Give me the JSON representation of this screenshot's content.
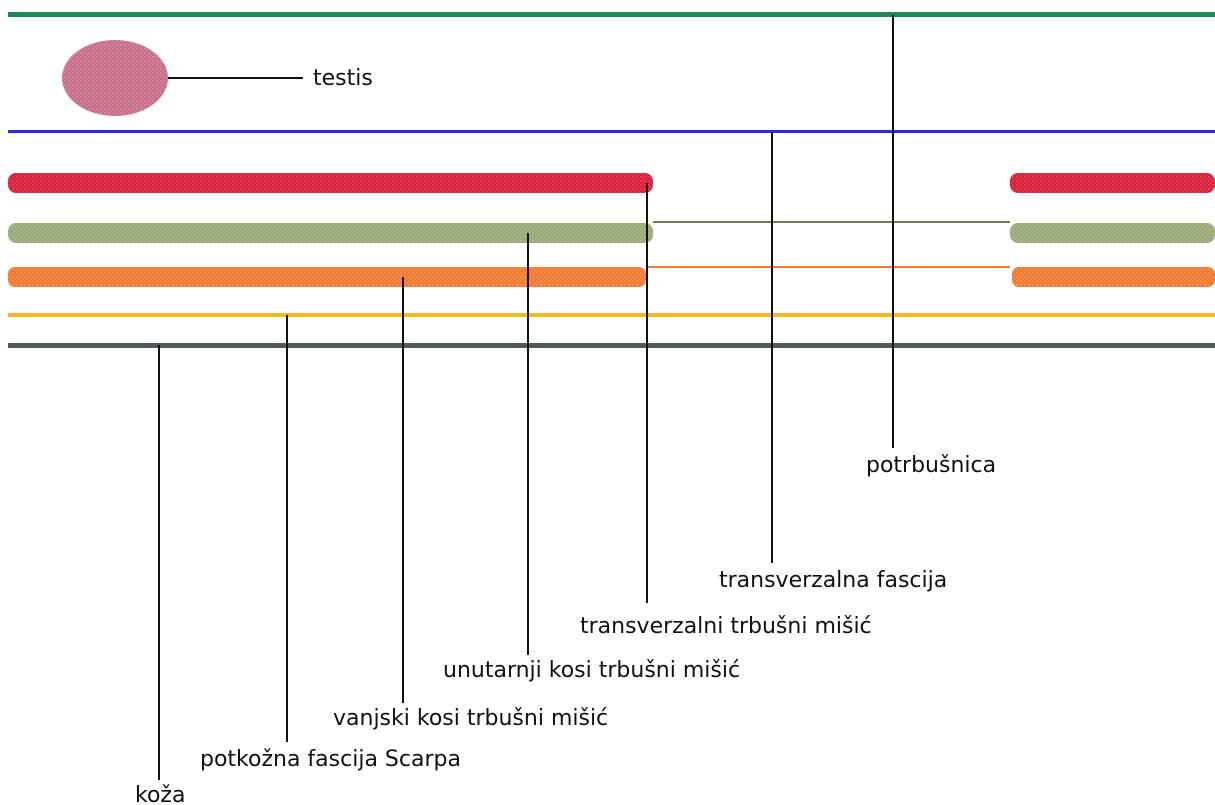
{
  "labels": {
    "testis": "testis",
    "potrbusnica": "potrbušnica",
    "transverzalna_fascija": "transverzalna fascija",
    "transverzalni_misic": "transverzalni trbušni mišić",
    "unutarnji_kosi": "unutarnji kosi trbušni mišić",
    "vanjski_kosi": "vanjski kosi trbušni mišić",
    "scarpa": "potkožna fascija Scarpa",
    "koza": "koža"
  },
  "colors": {
    "peritoneum": "#1a8a55",
    "transversalis_fascia": "#2a2ad8",
    "transversus_muscle": "#d8203a",
    "internal_oblique": "#9aaa78",
    "external_oblique": "#f07a30",
    "scarpa_fascia": "#f5b820",
    "skin": "#505a5a",
    "testis": "#c8708a",
    "leader": "#111111"
  }
}
